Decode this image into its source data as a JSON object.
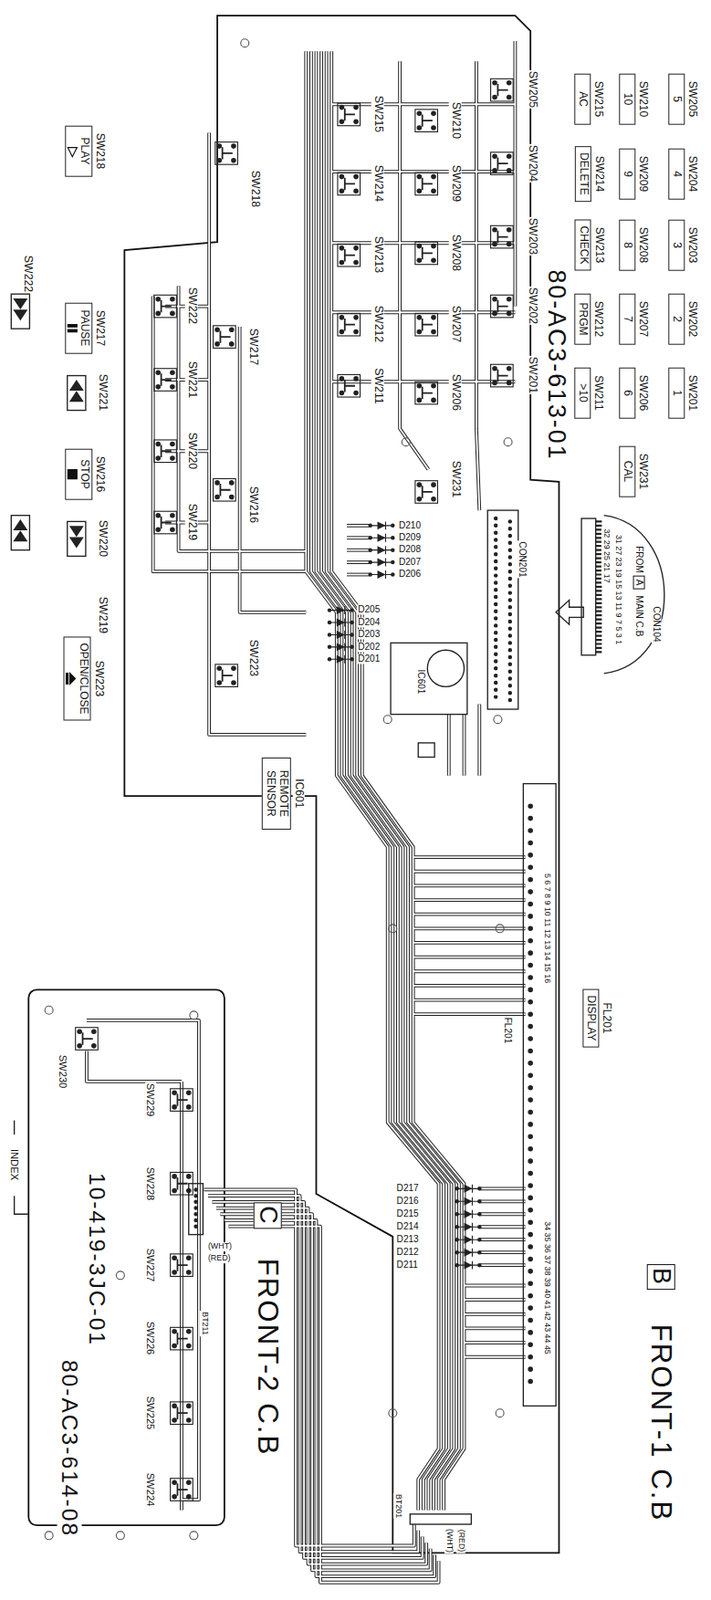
{
  "diagram": {
    "nodes": [
      {
        "text": [
          "SW205",
          "5"
        ]
      },
      {
        "text": [
          "SW204",
          "4"
        ]
      },
      {
        "text": [
          "SW203",
          "3"
        ]
      },
      {
        "text": [
          "SW202",
          "2"
        ]
      },
      {
        "text": [
          "SW201",
          "1"
        ]
      },
      {
        "text": [
          "SW210",
          "10"
        ]
      },
      {
        "text": [
          "SW209",
          "9"
        ]
      },
      {
        "text": [
          "SW208",
          "8"
        ]
      },
      {
        "text": [
          "SW207",
          "7"
        ]
      },
      {
        "text": [
          "SW206",
          "6"
        ]
      },
      {
        "text": [
          "SW215",
          "AC"
        ]
      },
      {
        "text": [
          "SW214",
          "DELETE"
        ]
      },
      {
        "text": [
          "SW213",
          "CHECK"
        ]
      },
      {
        "text": [
          "SW212",
          "PRGM"
        ]
      },
      {
        "text": [
          "SW211",
          ">10"
        ]
      },
      {
        "text": [
          "SW231",
          "CAL"
        ]
      },
      {
        "text": [
          "SW218",
          "PLAY"
        ]
      },
      {
        "text": [
          "SW217",
          "PAUSE"
        ]
      },
      {
        "text": [
          "SW216",
          "STOP"
        ]
      },
      {
        "text": [
          "SW223",
          "OPEN/CLOSE"
        ]
      },
      {
        "text": [
          "IC601",
          "REMOTE SENSOR"
        ]
      },
      {
        "text": [
          "FL201",
          "DISPLAY"
        ]
      }
    ],
    "labels": [
      "80-AC3-613-01",
      "SW205",
      "SW204",
      "SW203",
      "SW202",
      "SW201",
      "SW210",
      "SW209",
      "SW208",
      "SW207",
      "SW206",
      "SW215",
      "SW214",
      "SW213",
      "SW212",
      "SW211",
      "SW218",
      "SW222",
      "SW221",
      "SW220",
      "SW219",
      "SW217",
      "SW216",
      "SW223",
      "SW231",
      "D210",
      "D209",
      "D208",
      "D207",
      "D206",
      "D205",
      "D204",
      "D203",
      "D202",
      "D201",
      "CON201",
      "IC601",
      "FL201",
      "D217",
      "D216",
      "D215",
      "D214",
      "D213",
      "D212",
      "D211",
      "BT201",
      "(WHT)",
      "(RED)",
      "B",
      "FRONT-1 C.B",
      "C",
      "FRONT-2 C.B",
      "BT211",
      "(WHT)",
      "(RED)",
      "SW230",
      "SW229",
      "SW228",
      "SW227",
      "SW226",
      "SW225",
      "SW224",
      "10-419-3JC-01",
      "80-AC3-614-08",
      "INDEX",
      "FROM",
      "A",
      "MAIN C.B",
      "CON104",
      "32 29 25 21 17",
      "31 27 23 19 15 13 11 9 7 5 3 1",
      "5 6 7 8 9 10 11 12 13 14 15 16",
      "34 35 36 37 38 39 40 41 42 43 44 45",
      "SW222",
      "SW221",
      "SW220",
      "SW219"
    ]
  }
}
